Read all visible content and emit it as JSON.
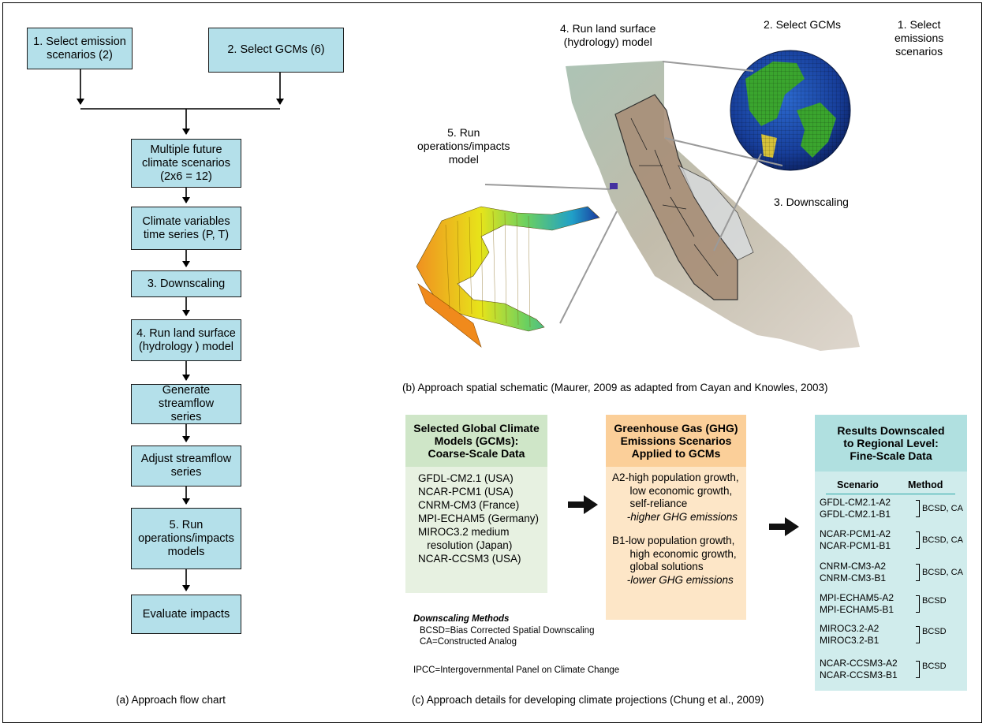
{
  "flowchart": {
    "box_select_emission": "1. Select emission\nscenarios (2)",
    "box_select_gcms": "2. Select GCMs (6)",
    "box_multiple_future": "Multiple future\nclimate scenarios\n(2x6 = 12)",
    "box_climate_vars": "Climate variables\ntime series (P, T)",
    "box_downscaling": "3. Downscaling",
    "box_land_surface": "4. Run land surface\n(hydrology ) model",
    "box_generate": "Generate streamflow\nseries",
    "box_adjust": "Adjust streamflow\nseries",
    "box_run_ops": "5. Run\noperations/impacts\nmodels",
    "box_evaluate": "Evaluate impacts",
    "caption": "(a) Approach flow chart"
  },
  "schematic": {
    "label_land_surface": "4. Run land surface\n(hydrology) model",
    "label_select_gcms": "2. Select GCMs",
    "label_select_emissions": "1. Select\nemissions\nscenarios",
    "label_run_ops": "5. Run\noperations/impacts\nmodel",
    "label_downscaling": "3. Downscaling",
    "caption": "(b) Approach spatial schematic (Maurer, 2009 as adapted from Cayan and Knowles, 2003)"
  },
  "details": {
    "gcm_header": "Selected Global Climate\nModels (GCMs):\nCoarse-Scale Data",
    "gcm_list": [
      "GFDL-CM2.1 (USA)",
      "NCAR-PCM1 (USA)",
      "CNRM-CM3 (France)",
      "MPI-ECHAM5 (Germany)",
      "MIROC3.2 medium",
      "   resolution (Japan)",
      "NCAR-CCSM3 (USA)"
    ],
    "ghg_header": "Greenhouse Gas (GHG)\nEmissions Scenarios\nApplied to GCMs",
    "ghg_a2": [
      "A2-high population growth,",
      "      low economic growth,",
      "      self-reliance",
      "     -higher GHG emissions"
    ],
    "ghg_b1": [
      "B1-low population growth,",
      "      high economic growth,",
      "      global solutions",
      "     -lower GHG emissions"
    ],
    "results_header": "Results Downscaled\nto Regional Level:\nFine-Scale Data",
    "col_scenario": "Scenario",
    "col_method": "Method",
    "results": [
      {
        "s1": "GFDL-CM2.1-A2",
        "s2": "GFDL-CM2.1-B1",
        "method": "BCSD, CA"
      },
      {
        "s1": "NCAR-PCM1-A2",
        "s2": "NCAR-PCM1-B1",
        "method": "BCSD, CA"
      },
      {
        "s1": "CNRM-CM3-A2",
        "s2": "CNRM-CM3-B1",
        "method": "BCSD, CA"
      },
      {
        "s1": "MPI-ECHAM5-A2",
        "s2": "MPI-ECHAM5-B1",
        "method": "BCSD"
      },
      {
        "s1": "MIROC3.2-A2",
        "s2": "MIROC3.2-B1",
        "method": "BCSD"
      },
      {
        "s1": "NCAR-CCSM3-A2",
        "s2": "NCAR-CCSM3-B1",
        "method": "BCSD"
      }
    ],
    "methods_title": "Downscaling Methods",
    "method_bcsd": "BCSD=Bias Corrected Spatial Downscaling",
    "method_ca": "CA=Constructed Analog",
    "ipcc_note": "IPCC=Intergovernmental Panel on Climate Change",
    "caption": "(c) Approach details for developing climate projections (Chung et al., 2009)"
  },
  "colors": {
    "flow_box": "#b4e0ea",
    "gcm_panel": "#e7f1e1",
    "gcm_header": "#cfe6c8",
    "ghg_panel": "#fde6c7",
    "ghg_header": "#fbcf99",
    "results_panel": "#d0ecec",
    "results_header": "#b0e0e0"
  }
}
